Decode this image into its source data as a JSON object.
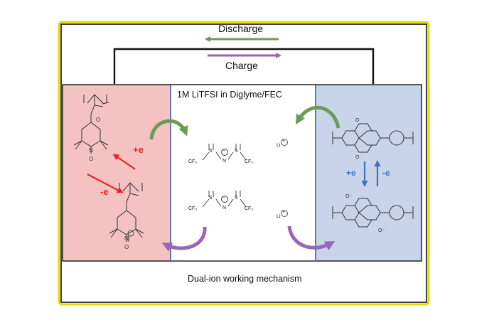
{
  "top": {
    "discharge_label": "Discharge",
    "charge_label": "Charge"
  },
  "electrolyte_label": "1M LiTFSI in Diglyme/FEC",
  "caption": "Dual-ion working mechanism",
  "left_electrode": {
    "oxidation_label": "+e",
    "reduction_label": "-e"
  },
  "right_electrode": {
    "reduction_label": "+e",
    "oxidation_label": "-e"
  },
  "ions": {
    "cation": "Li",
    "anion_n": "N",
    "anion_s": "S",
    "anion_cf3": "CF₃",
    "charge_minus": "−",
    "charge_plus": "+"
  },
  "colors": {
    "outer_border": "#e8d800",
    "left_panel": "#f5c2c2",
    "right_panel": "#c7d4ea",
    "discharge_arrow": "#6f9a56",
    "charge_arrow": "#9a66b8",
    "red_arrow": "#e4262a",
    "blue_arrow": "#3f6fc0"
  }
}
